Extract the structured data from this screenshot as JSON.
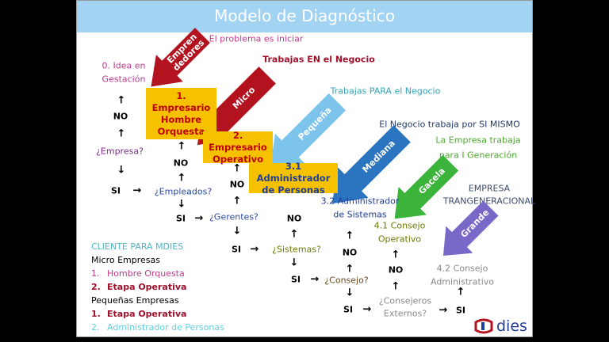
{
  "title": "Modelo de Diagnóstico",
  "headers": {
    "problema": "El problema es iniciar",
    "en": "Trabajas EN el Negocio",
    "para": "Trabajas PARA el Negocio",
    "si_mismo": "El Negocio trabaja por SI MISMO",
    "generacion_1": "La Empresa trabaja",
    "generacion_2": "para I Generación",
    "trans_1": "EMPRESA",
    "trans_2": "TRANGENERACIONAL"
  },
  "arrows": {
    "emprendedores": "Empren dedores",
    "micro": "Micro",
    "pequena": "Pequeña",
    "mediana": "Mediana",
    "gacela": "Gacela",
    "grande": "Grande"
  },
  "colors": {
    "red": "#b3121f",
    "lightblue": "#7cc4ec",
    "blue": "#2a74c0",
    "green": "#3cb43c",
    "purple": "#7a68c8",
    "yellow": "#f6c200"
  },
  "stages": {
    "idea_1": "0. Idea en",
    "idea_2": "Gestación",
    "s1": "1. Empresario Hombre Orquesta",
    "s2": "2. Empresario Operativo",
    "s31": "3.1 Administrador de Personas",
    "s32_1": "3.2 Administrador",
    "s32_2": "de Sistemas",
    "s41_1": "4.1 Consejo",
    "s41_2": "Operativo",
    "s42_1": "4.2 Consejo",
    "s42_2": "Administrativo"
  },
  "questions": {
    "empresa": "¿Empresa?",
    "empleados": "¿Empleados?",
    "gerentes": "¿Gerentes?",
    "sistemas": "¿Sistemas?",
    "consejo": "¿Consejo?",
    "consejeros_1": "¿Consejeros",
    "consejeros_2": "Externos?"
  },
  "yes": "SI",
  "no": "NO",
  "list": {
    "heading": "CLIENTE PARA MDIES",
    "micro": "Micro Empresas",
    "micro_items": [
      {
        "n": "1.",
        "label": "Hombre Orquesta"
      },
      {
        "n": "2.",
        "label": "Etapa Operativa"
      }
    ],
    "pequenas": "Pequeñas Empresas",
    "pequenas_items": [
      {
        "n": "1.",
        "label": "Etapa Operativa"
      },
      {
        "n": "2.",
        "label": "Administrador de Personas"
      }
    ]
  },
  "logo": "dies"
}
